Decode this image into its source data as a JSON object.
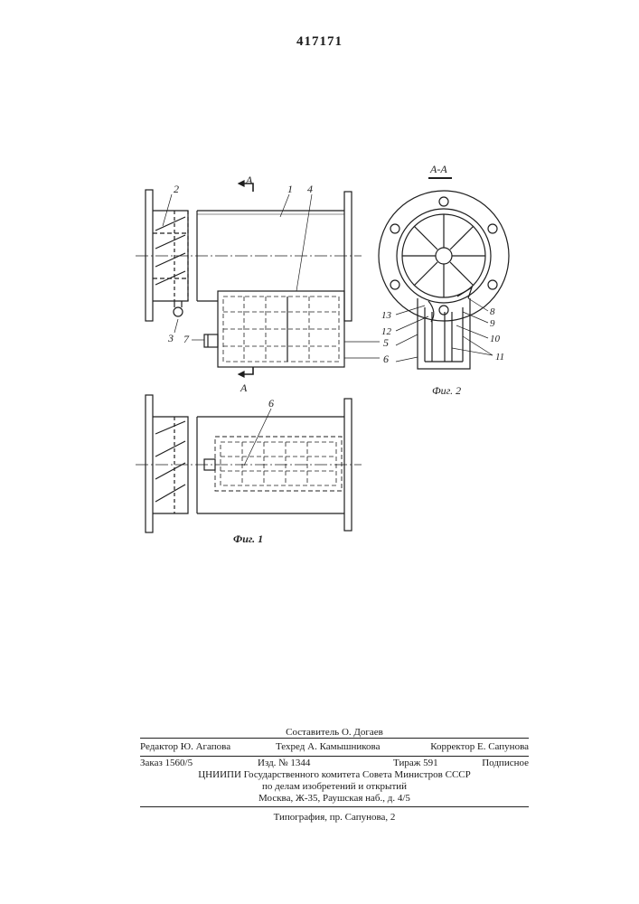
{
  "patent_number": "417171",
  "figure_labels": {
    "fig1": "Фиг. 1",
    "fig2": "Фиг. 2",
    "section_mark": "А",
    "section_title": "А-А"
  },
  "fig1_callouts": [
    "2",
    "1",
    "4",
    "3",
    "7",
    "5",
    "6"
  ],
  "fig1b_callouts": [
    "6"
  ],
  "fig2_callouts": [
    "13",
    "12",
    "8",
    "9",
    "10",
    "11"
  ],
  "colophon": {
    "compiler": "Составитель О. Догаев",
    "editor": "Редактор Ю. Агапова",
    "techred": "Техред А. Камышникова",
    "corrector": "Корректор Е. Сапунова",
    "order": "Заказ 1560/5",
    "edition": "Изд. № 1344",
    "print_run": "Тираж 591",
    "subscription": "Подписное",
    "org_line1": "ЦНИИПИ Государственного комитета Совета Министров СССР",
    "org_line2": "по делам изобретений и открытий",
    "address": "Москва, Ж-35, Раушская наб., д. 4/5",
    "printer": "Типография, пр. Сапунова, 2"
  }
}
